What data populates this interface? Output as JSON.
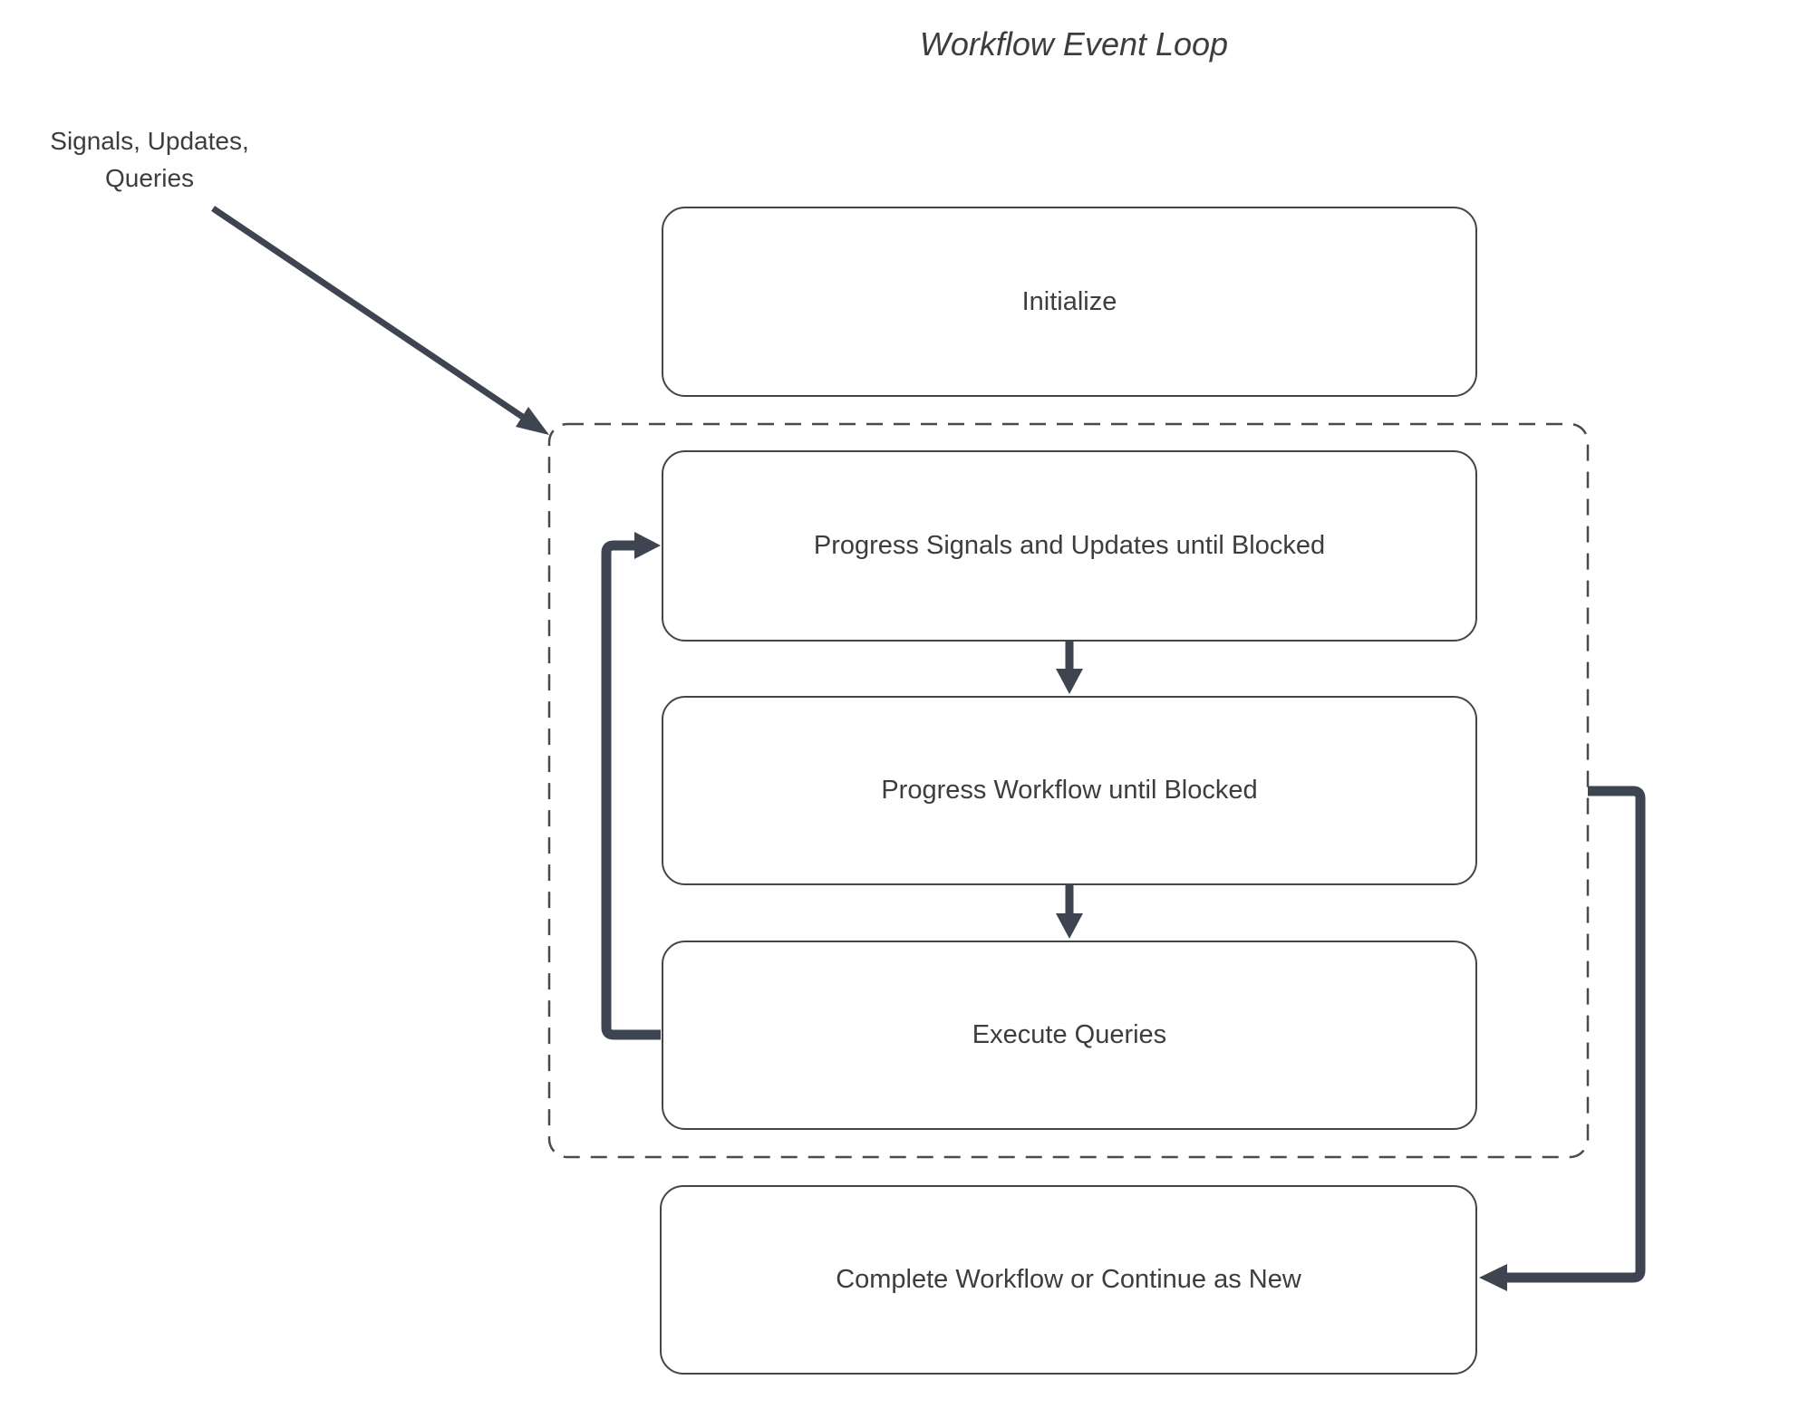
{
  "title": "Workflow Event Loop",
  "annotation": {
    "label": "Signals, Updates,\nQueries"
  },
  "nodes": {
    "initialize": {
      "label": "Initialize"
    },
    "progress_signals": {
      "label": "Progress Signals and Updates until Blocked"
    },
    "progress_workflow": {
      "label": "Progress Workflow until Blocked"
    },
    "execute_queries": {
      "label": "Execute Queries"
    },
    "complete_workflow": {
      "label": "Complete Workflow or Continue as New"
    }
  },
  "connectors": {
    "signals_to_loop": "annotation arrow into dashed event-loop group",
    "signals_to_workflow": "Progress Signals and Updates until Blocked -> Progress Workflow until Blocked",
    "workflow_to_queries": "Progress Workflow until Blocked -> Execute Queries",
    "queries_loopback": "Execute Queries -> Progress Signals and Updates until Blocked",
    "loop_to_complete": "event-loop group -> Complete Workflow or Continue as New"
  },
  "colors": {
    "connector": "#3e4450",
    "box_border": "#454545",
    "dashed_border": "#4a4a4a",
    "text": "#3d3d3d",
    "background": "#ffffff"
  }
}
